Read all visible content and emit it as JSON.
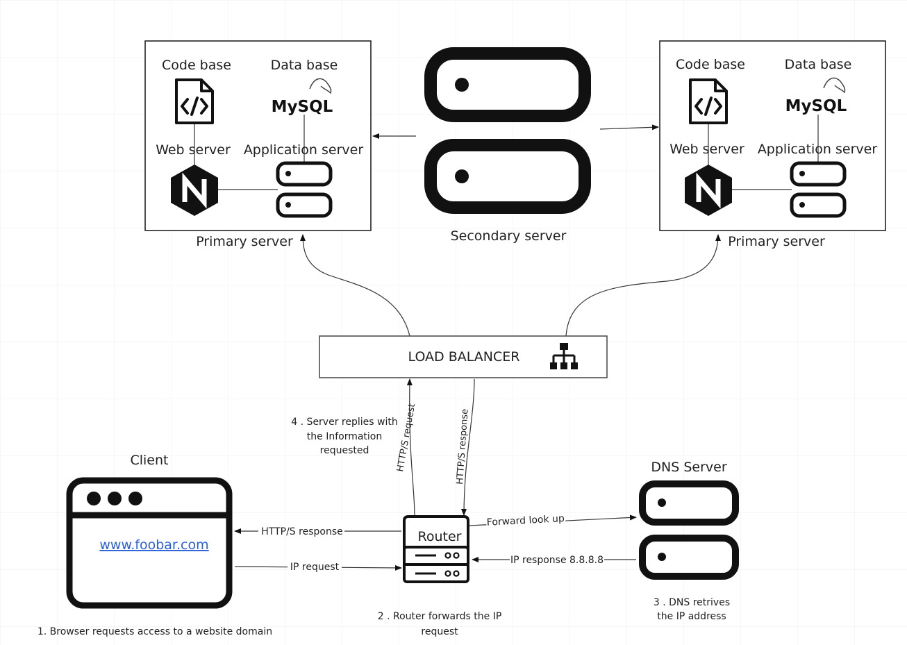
{
  "grid": true,
  "colors": {
    "grid": "#ececec",
    "stroke": "#111111",
    "link": "#2a5fd8"
  },
  "servers": {
    "left": {
      "code_base": "Code base",
      "data_base": "Data base",
      "web_server": "Web server",
      "app_server": "Application server",
      "caption": "Primary server",
      "mysql_logo": "MySQL",
      "icons": [
        "code-file-icon",
        "mysql-logo-icon",
        "nginx-icon",
        "server-stack-icon"
      ]
    },
    "right": {
      "code_base": "Code base",
      "data_base": "Data base",
      "web_server": "Web server",
      "app_server": "Application server",
      "caption": "Primary server",
      "mysql_logo": "MySQL",
      "icons": [
        "code-file-icon",
        "mysql-logo-icon",
        "nginx-icon",
        "server-stack-icon"
      ]
    },
    "secondary": {
      "caption": "Secondary server",
      "icon": "server-stack-icon"
    }
  },
  "load_balancer": {
    "label": "LOAD BALANCER",
    "icon": "hierarchy-icon"
  },
  "client": {
    "title": "Client",
    "url": "www.foobar.com",
    "icon": "browser-window-icon"
  },
  "router": {
    "label": "Router",
    "icon": "router-icon"
  },
  "dns": {
    "title": "DNS Server",
    "icon": "server-stack-icon"
  },
  "edges": {
    "http_request": "HTTP/S request",
    "http_response_lb": "HTTP/S response",
    "http_response_client": "HTTP/S response",
    "ip_request": "IP request",
    "forward_lookup": "Forward look up",
    "ip_response": "IP response 8.8.8.8"
  },
  "steps": {
    "step1": "1. Browser requests access to a website domain",
    "step2_line1": "2 . Router forwards the IP",
    "step2_line2": "request",
    "step3_line1": "3 . DNS retrives",
    "step3_line2": "the IP address",
    "step4_line1": "4 .  Server replies with",
    "step4_line2": "the Information",
    "step4_line3": "requested"
  }
}
